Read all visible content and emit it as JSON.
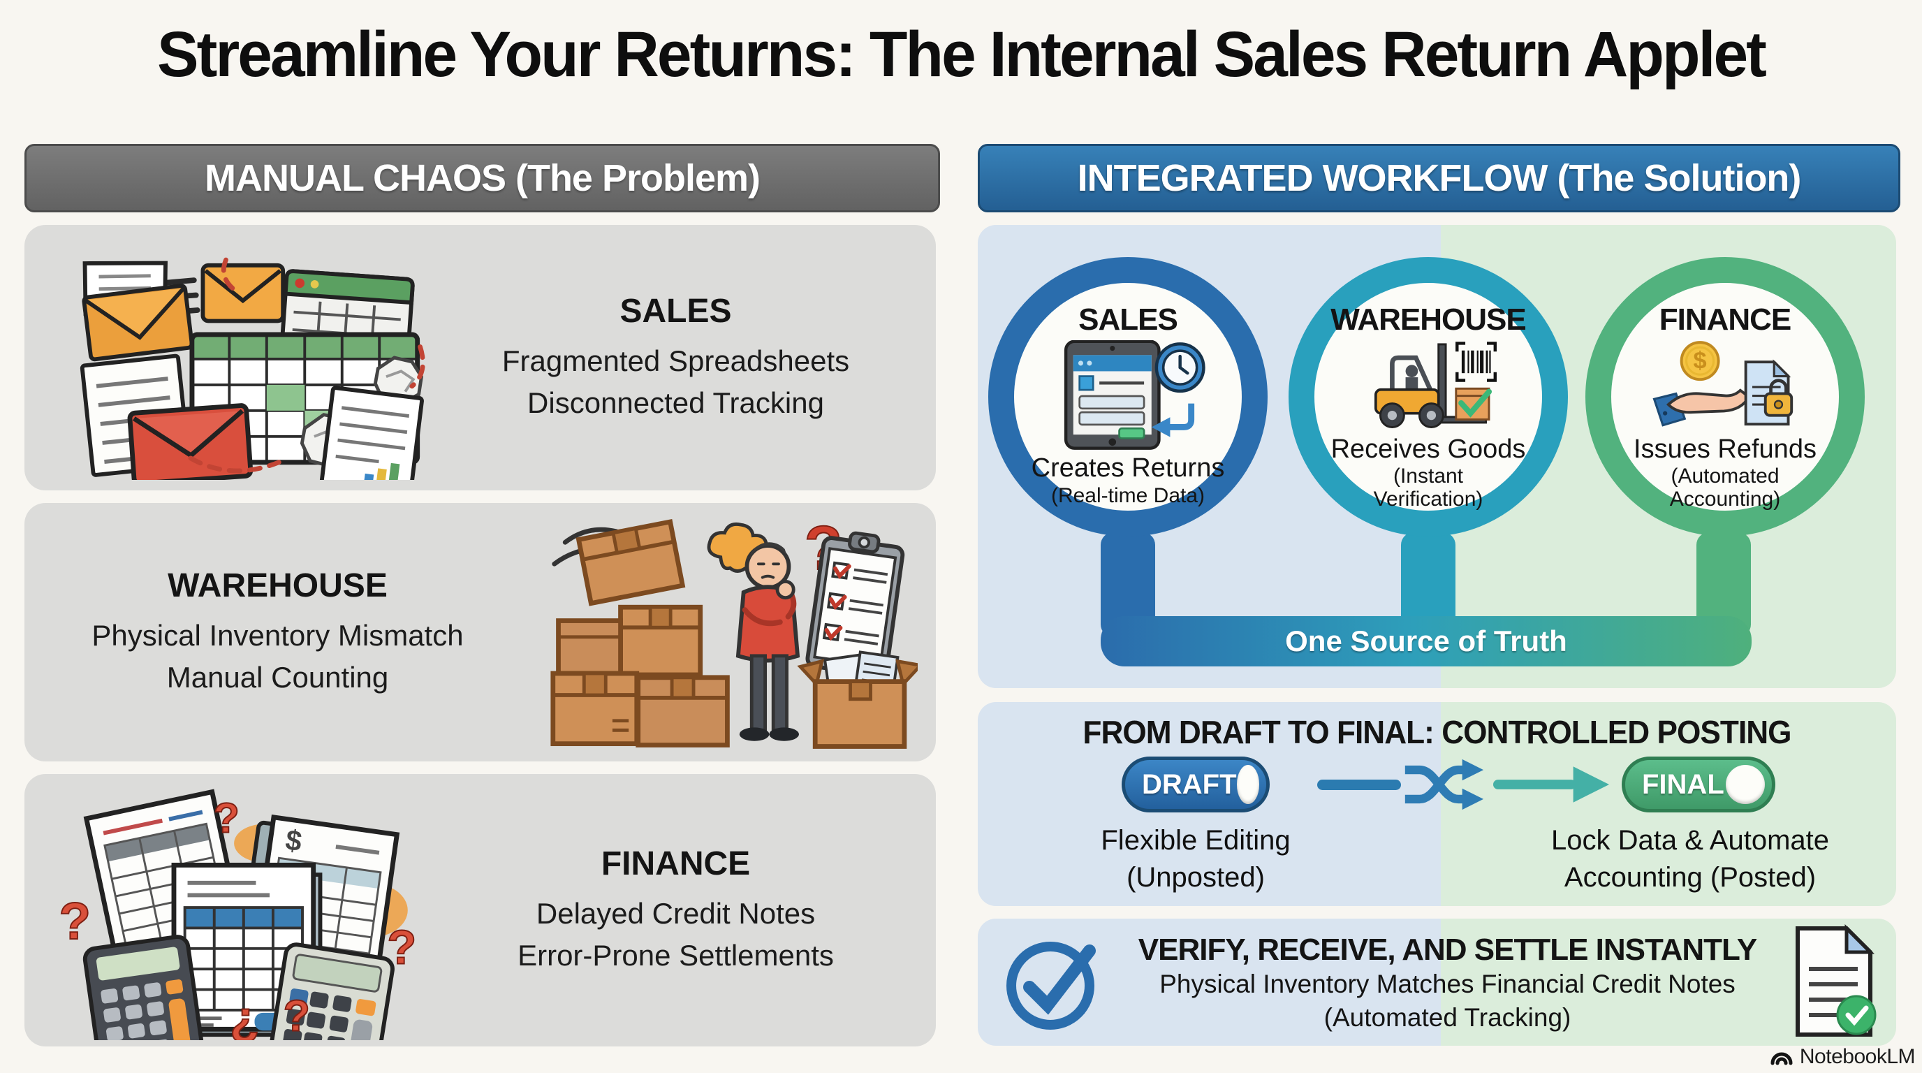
{
  "title": "Streamline Your Returns: The Internal Sales Return Applet",
  "problem": {
    "header": "MANUAL CHAOS (The Problem)",
    "panels": [
      {
        "title": "SALES",
        "line1": "Fragmented Spreadsheets",
        "line2": "Disconnected Tracking"
      },
      {
        "title": "WAREHOUSE",
        "line1": "Physical Inventory Mismatch",
        "line2": "Manual Counting"
      },
      {
        "title": "FINANCE",
        "line1": "Delayed Credit Notes",
        "line2": "Error-Prone Settlements"
      }
    ]
  },
  "solution": {
    "header": "INTEGRATED WORKFLOW (The Solution)",
    "steps": [
      {
        "title": "SALES",
        "action": "Creates Returns",
        "detail": "(Real-time Data)"
      },
      {
        "title": "WAREHOUSE",
        "action": "Receives Goods",
        "detail": "(Instant Verification)"
      },
      {
        "title": "FINANCE",
        "action": "Issues Refunds",
        "detail": "(Automated Accounting)"
      }
    ],
    "connector_label": "One Source of Truth",
    "posting": {
      "heading": "FROM DRAFT TO FINAL: CONTROLLED POSTING",
      "draft_label": "DRAFT",
      "final_label": "FINAL",
      "draft_caption_line1": "Flexible Editing",
      "draft_caption_line2": "(Unposted)",
      "final_caption_line1": "Lock Data & Automate",
      "final_caption_line2": "Accounting (Posted)"
    },
    "verify": {
      "heading": "VERIFY, RECEIVE, AND SETTLE INSTANTLY",
      "line1": "Physical Inventory Matches Financial Credit Notes",
      "line2": "(Automated Tracking)"
    }
  },
  "brand": {
    "name": "NotebookLM"
  },
  "glyphs": {
    "question_mark": "?",
    "inverted_question_mark": "¿",
    "dollar_sign": "$"
  },
  "icons": [
    "messy-paperwork-illustration",
    "warehouse-confusion-illustration",
    "finance-errors-illustration",
    "tablet-form-icon",
    "clock-icon",
    "return-arrow-icon",
    "forklift-icon",
    "barcode-icon",
    "box-check-icon",
    "coin-icon",
    "hand-icon",
    "locked-document-icon",
    "shuffle-arrows-icon",
    "flow-arrow-icon",
    "check-circle-icon",
    "document-check-icon",
    "notebooklm-logo-icon"
  ],
  "colors": {
    "page_bg": "#f8f6f1",
    "panel_gray": "#dcdcda",
    "header_gray": "#6f6f6f",
    "header_blue": "#2e6da6",
    "half_blue": "#d9e4f0",
    "half_green": "#dbeddb",
    "ring_blue": "#2a6dad",
    "ring_teal": "#29a0bd",
    "ring_green": "#52b27e",
    "alert_red": "#d0402e",
    "box_brown": "#cf9057",
    "forklift_yellow": "#f0a832",
    "coin_gold": "#f5c443"
  }
}
